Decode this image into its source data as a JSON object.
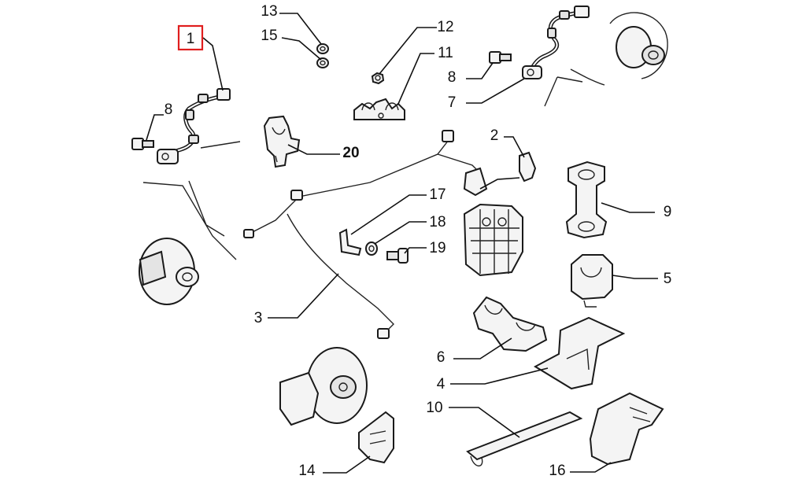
{
  "diagram": {
    "highlight_color": "#e01e1e",
    "highlighted_label": "1",
    "labels": [
      {
        "id": "c1",
        "text": "1"
      },
      {
        "id": "c2",
        "text": "2"
      },
      {
        "id": "c3",
        "text": "3"
      },
      {
        "id": "c4",
        "text": "4"
      },
      {
        "id": "c5",
        "text": "5"
      },
      {
        "id": "c6",
        "text": "6"
      },
      {
        "id": "c7",
        "text": "7"
      },
      {
        "id": "c8a",
        "text": "8"
      },
      {
        "id": "c8b",
        "text": "8"
      },
      {
        "id": "c9",
        "text": "9"
      },
      {
        "id": "c10",
        "text": "10"
      },
      {
        "id": "c11",
        "text": "11"
      },
      {
        "id": "c12",
        "text": "12"
      },
      {
        "id": "c13",
        "text": "13"
      },
      {
        "id": "c14",
        "text": "14"
      },
      {
        "id": "c15",
        "text": "15"
      },
      {
        "id": "c16",
        "text": "16"
      },
      {
        "id": "c17",
        "text": "17"
      },
      {
        "id": "c18",
        "text": "18"
      },
      {
        "id": "c19",
        "text": "19"
      },
      {
        "id": "c20",
        "text": "20"
      }
    ]
  }
}
